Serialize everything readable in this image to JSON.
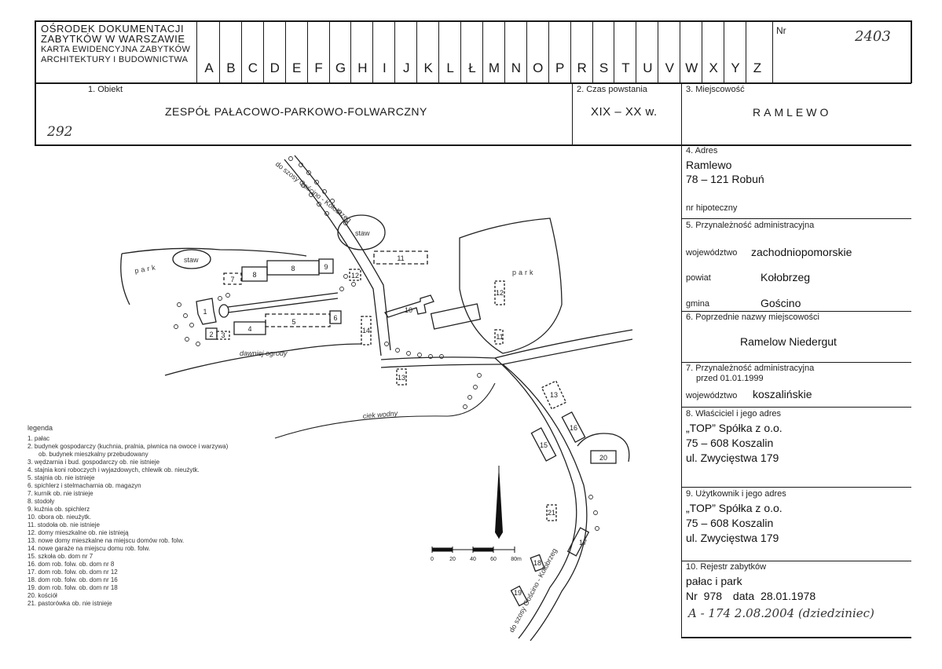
{
  "header": {
    "institution": [
      "OŚRODEK DOKUMENTACJI",
      "ZABYTKÓW W WARSZAWIE"
    ],
    "card_title": [
      "KARTA EWIDENCYJNA ZABYTKÓW",
      "ARCHITEKTURY I BUDOWNICTWA"
    ],
    "letters": [
      "A",
      "B",
      "C",
      "D",
      "E",
      "F",
      "G",
      "H",
      "I",
      "J",
      "K",
      "L",
      "Ł",
      "M",
      "N",
      "O",
      "P",
      "R",
      "S",
      "T",
      "U",
      "V",
      "W",
      "X",
      "Y",
      "Z"
    ],
    "nr_label": "Nr",
    "nr_value": "2403"
  },
  "row1": {
    "obiekt_label": "1. Obiekt",
    "obiekt_value": "ZESPÓŁ PAŁACOWO-PARKOWO-FOLWARCZNY",
    "czas_label": "2. Czas powstania",
    "czas_value": "XIX – XX w.",
    "miejsc_label": "3. Miejscowość",
    "miejsc_value": "RAMLEWO",
    "hand_number": "292"
  },
  "fields": {
    "adres_label": "4. Adres",
    "adres_line1": "Ramlewo",
    "adres_line2": "78 – 121 Robuń",
    "hipoteczny_label": "nr hipoteczny",
    "przyn_label": "5. Przynależność administracyjna",
    "woj_label": "województwo",
    "woj_value": "zachodniopomorskie",
    "powiat_label": "powiat",
    "powiat_value": "Kołobrzeg",
    "gmina_label": "gmina",
    "gmina_value": "Gościno",
    "poprz_label": "6. Poprzednie nazwy miejscowości",
    "poprz_value": "Ramelow Niedergut",
    "przyn99_label1": "7. Przynależność administracyjna",
    "przyn99_label2": "przed 01.01.1999",
    "woj99_label": "województwo",
    "woj99_value": "koszalińskie",
    "wlasc_label": "8. Właściciel i jego adres",
    "wlasc_line1": "„TOP” Spółka z o.o.",
    "wlasc_line2": "75 – 608 Koszalin",
    "wlasc_line3": "ul. Zwycięstwa 179",
    "uzytk_label": "9. Użytkownik i jego adres",
    "uzytk_line1": "„TOP” Spółka z o.o.",
    "uzytk_line2": "75 – 608 Koszalin",
    "uzytk_line3": "ul. Zwycięstwa 179",
    "rejestr_label": "10. Rejestr zabytków",
    "rejestr_line1": "pałac i park",
    "rejestr_nr_label": "Nr",
    "rejestr_nr": "978",
    "rejestr_data_label": "data",
    "rejestr_data": "28.01.1978",
    "rejestr_hand": "A - 174   2.08.2004 (dziedziniec)"
  },
  "map": {
    "labels": {
      "road_top": "do szosy Gościno - Kołobrzeg",
      "staw1": "staw",
      "staw2": "staw",
      "park_left": "park",
      "park_right": "park",
      "ogrody": "dawniej ogrody",
      "ciek": "ciek wodny",
      "road_bottom": "do szosy Gościno - Kołobrzeg"
    },
    "building_numbers": [
      "1",
      "2",
      "3",
      "4",
      "5",
      "6",
      "7",
      "8",
      "8",
      "9",
      "10",
      "11",
      "12",
      "13",
      "14",
      "15",
      "16",
      "17",
      "18",
      "19",
      "20",
      "21",
      "13",
      "12",
      "11"
    ],
    "scale_ticks": [
      "0",
      "20",
      "40",
      "60",
      "80m"
    ]
  },
  "legend": {
    "title": "legenda",
    "items": [
      "1. pałac",
      "2. budynek gospodarczy (kuchnia, pralnia, piwnica na owoce i warzywa)",
      "ob. budynek mieszkalny przebudowany",
      "3. wędzarnia i bud. gospodarczy ob. nie istnieje",
      "4. stajnia koni roboczych i wyjazdowych, chlewik ob. nieużytk.",
      "5. stajnia ob. nie istnieje",
      "6. spichlerz i stelmacharnia ob. magazyn",
      "7. kurnik ob. nie istnieje",
      "8. stodoły",
      "9. kuźnia ob. spichlerz",
      "10. obora ob. nieużytk.",
      "11. stodoła ob. nie istnieje",
      "12. domy mieszkalne ob. nie istnieją",
      "13. nowe domy mieszkalne na miejscu domów rob. folw.",
      "14. nowe garaże na miejscu domu rob. folw.",
      "15. szkoła ob. dom nr 7",
      "16. dom rob. folw. ob. dom nr 8",
      "17. dom rob. folw. ob. dom nr 12",
      "18. dom rob. folw. ob. dom nr 16",
      "19. dom rob. folw. ob. dom nr 18",
      "20. kościół",
      "21. pastorówka ob. nie istnieje"
    ]
  }
}
